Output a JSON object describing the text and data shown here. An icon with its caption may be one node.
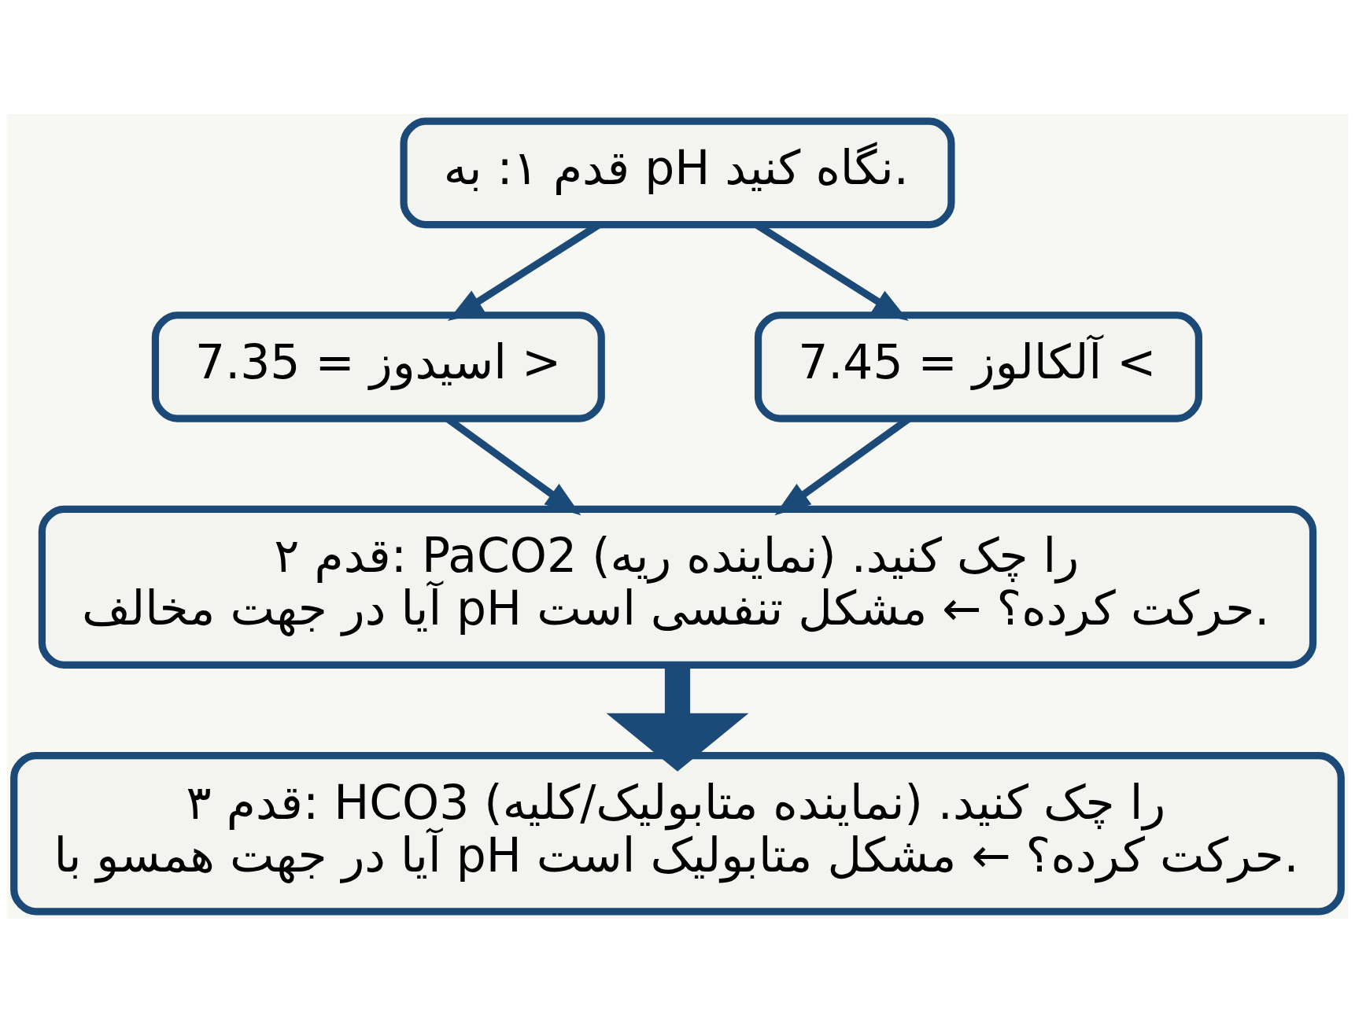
{
  "diagram": {
    "nodes": [
      {
        "text": [
          "قدم ۱: به pH نگاه کنید."
        ]
      },
      {
        "text": [
          "اسیدوز = 7.35 >"
        ]
      },
      {
        "text": [
          "آلکالوز = 7.45 <"
        ]
      },
      {
        "text": [
          "قدم ۲: PaCO2 را چک کنید. (نماینده ریه)",
          "آیا در جهت مخالف pH حرکت کرده؟ ← مشکل تنفسی است."
        ]
      },
      {
        "text": [
          "قدم ۳: HCO3 را چک کنید. (نماینده متابولیک/کلیه)",
          "آیا در جهت همسو با pH حرکت کرده؟ ← مشکل متابولیک است."
        ]
      }
    ],
    "edges": [
      {
        "from": 0,
        "to": 1,
        "arrow": "to"
      },
      {
        "from": 0,
        "to": 2,
        "arrow": "to"
      },
      {
        "from": 1,
        "to": 3,
        "arrow": "to"
      },
      {
        "from": 2,
        "to": 3,
        "arrow": "to"
      },
      {
        "from": 3,
        "to": 4,
        "arrow": "to",
        "style": "thick"
      }
    ]
  }
}
